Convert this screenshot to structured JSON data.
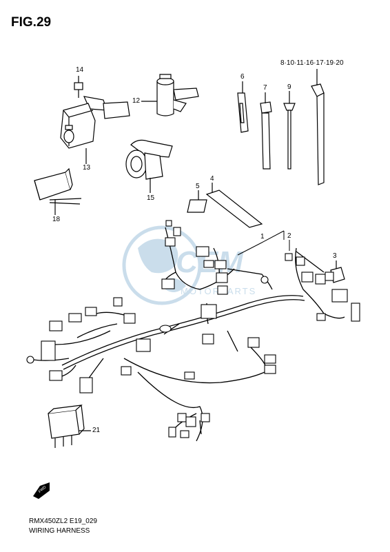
{
  "figure": {
    "title": "FIG.29",
    "model_code": "RMX450ZL2 E19_029",
    "caption": "WIRING HARNESS"
  },
  "callouts": {
    "c14": "14",
    "c12": "12",
    "c6": "6",
    "c7": "7",
    "c9": "9",
    "c8_group": "8·10·11·16·17·19·20",
    "c13": "13",
    "c15": "15",
    "c5": "5",
    "c4": "4",
    "c18": "18",
    "c1": "1",
    "c2": "2",
    "c3": "3",
    "c21": "21"
  },
  "fwd_label": "FWD",
  "watermark": "MOTORPARTS",
  "colors": {
    "line": "#000000",
    "watermark": "#9fc3dc"
  }
}
